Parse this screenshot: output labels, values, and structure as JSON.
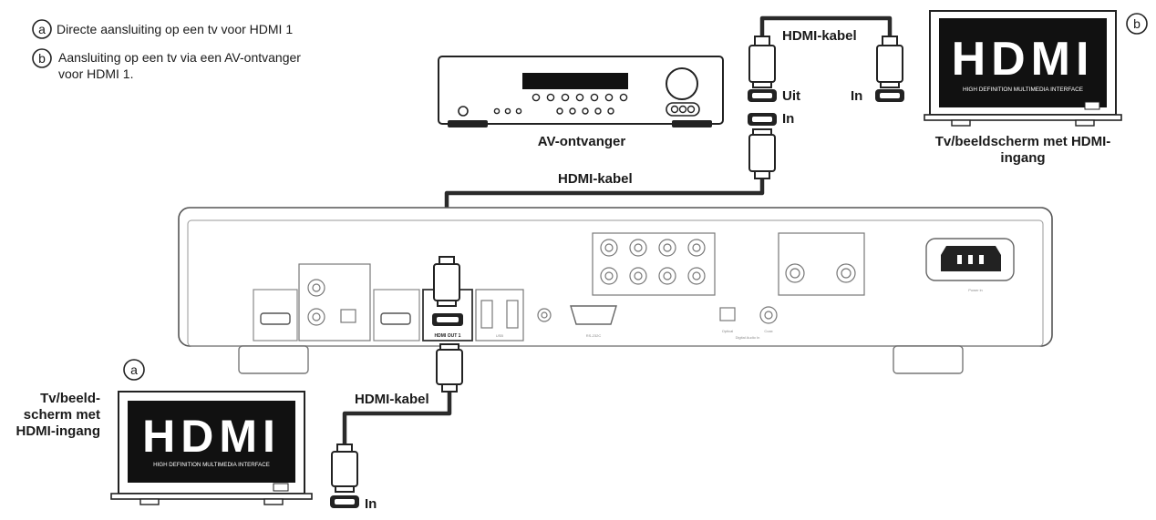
{
  "legend": {
    "a": {
      "badge": "a",
      "text": "Directe aansluiting op een tv voor HDMI 1"
    },
    "b": {
      "badge": "b",
      "line1": "Aansluiting op een tv via een AV-ontvanger",
      "line2": "voor HDMI 1."
    }
  },
  "receiver": {
    "label": "AV-ontvanger",
    "port_out": "Uit",
    "port_in": "In"
  },
  "cables": {
    "top": "HDMI-kabel",
    "middle": "HDMI-kabel",
    "bottom": "HDMI-kabel"
  },
  "tv_right": {
    "badge": "b",
    "logo": "HDMI",
    "logo_sub": "HIGH DEFINITION MULTIMEDIA INTERFACE",
    "caption_line1": "Tv/beeldscherm met HDMI-",
    "caption_line2": "ingang",
    "port_in": "In"
  },
  "tv_left": {
    "badge": "a",
    "logo": "HDMI",
    "logo_sub": "HIGH DEFINITION MULTIMEDIA INTERFACE",
    "caption_line1": "Tv/beeld-",
    "caption_line2": "scherm met",
    "caption_line3": "HDMI-ingang",
    "port_in": "In"
  },
  "player_panel": {
    "hdmi_out_label": "HDMI OUT 1",
    "rs232_label": "RS-232C",
    "usb_label": "USB",
    "optical_label": "Optical",
    "coax_label": "Coax",
    "digital_audio_in_label": "Digital Audio In",
    "power_label": "Power in"
  }
}
